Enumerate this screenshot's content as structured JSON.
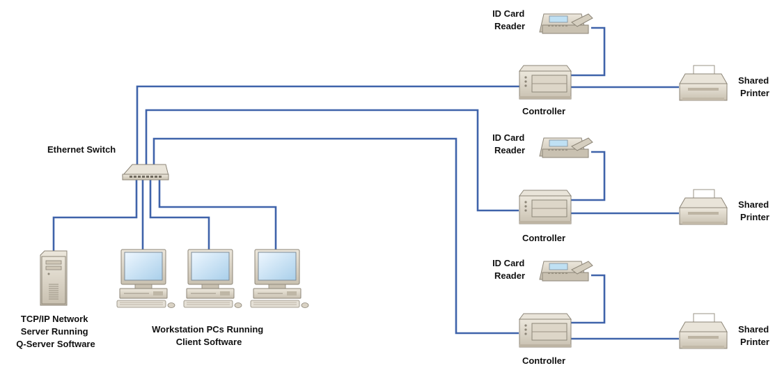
{
  "labels": {
    "ethernet_switch": "Ethernet Switch",
    "server": [
      "TCP/IP Network",
      "Server Running",
      "Q-Server Software"
    ],
    "workstations": [
      "Workstation PCs Running",
      "Client Software"
    ],
    "id_card_reader": [
      "ID Card",
      "Reader"
    ],
    "controller": "Controller",
    "shared_printer": [
      "Shared",
      "Printer"
    ]
  },
  "colors": {
    "cable": "#3f63aa",
    "device_beige": "#d9d2c4",
    "screen": "#cfe6f7"
  }
}
